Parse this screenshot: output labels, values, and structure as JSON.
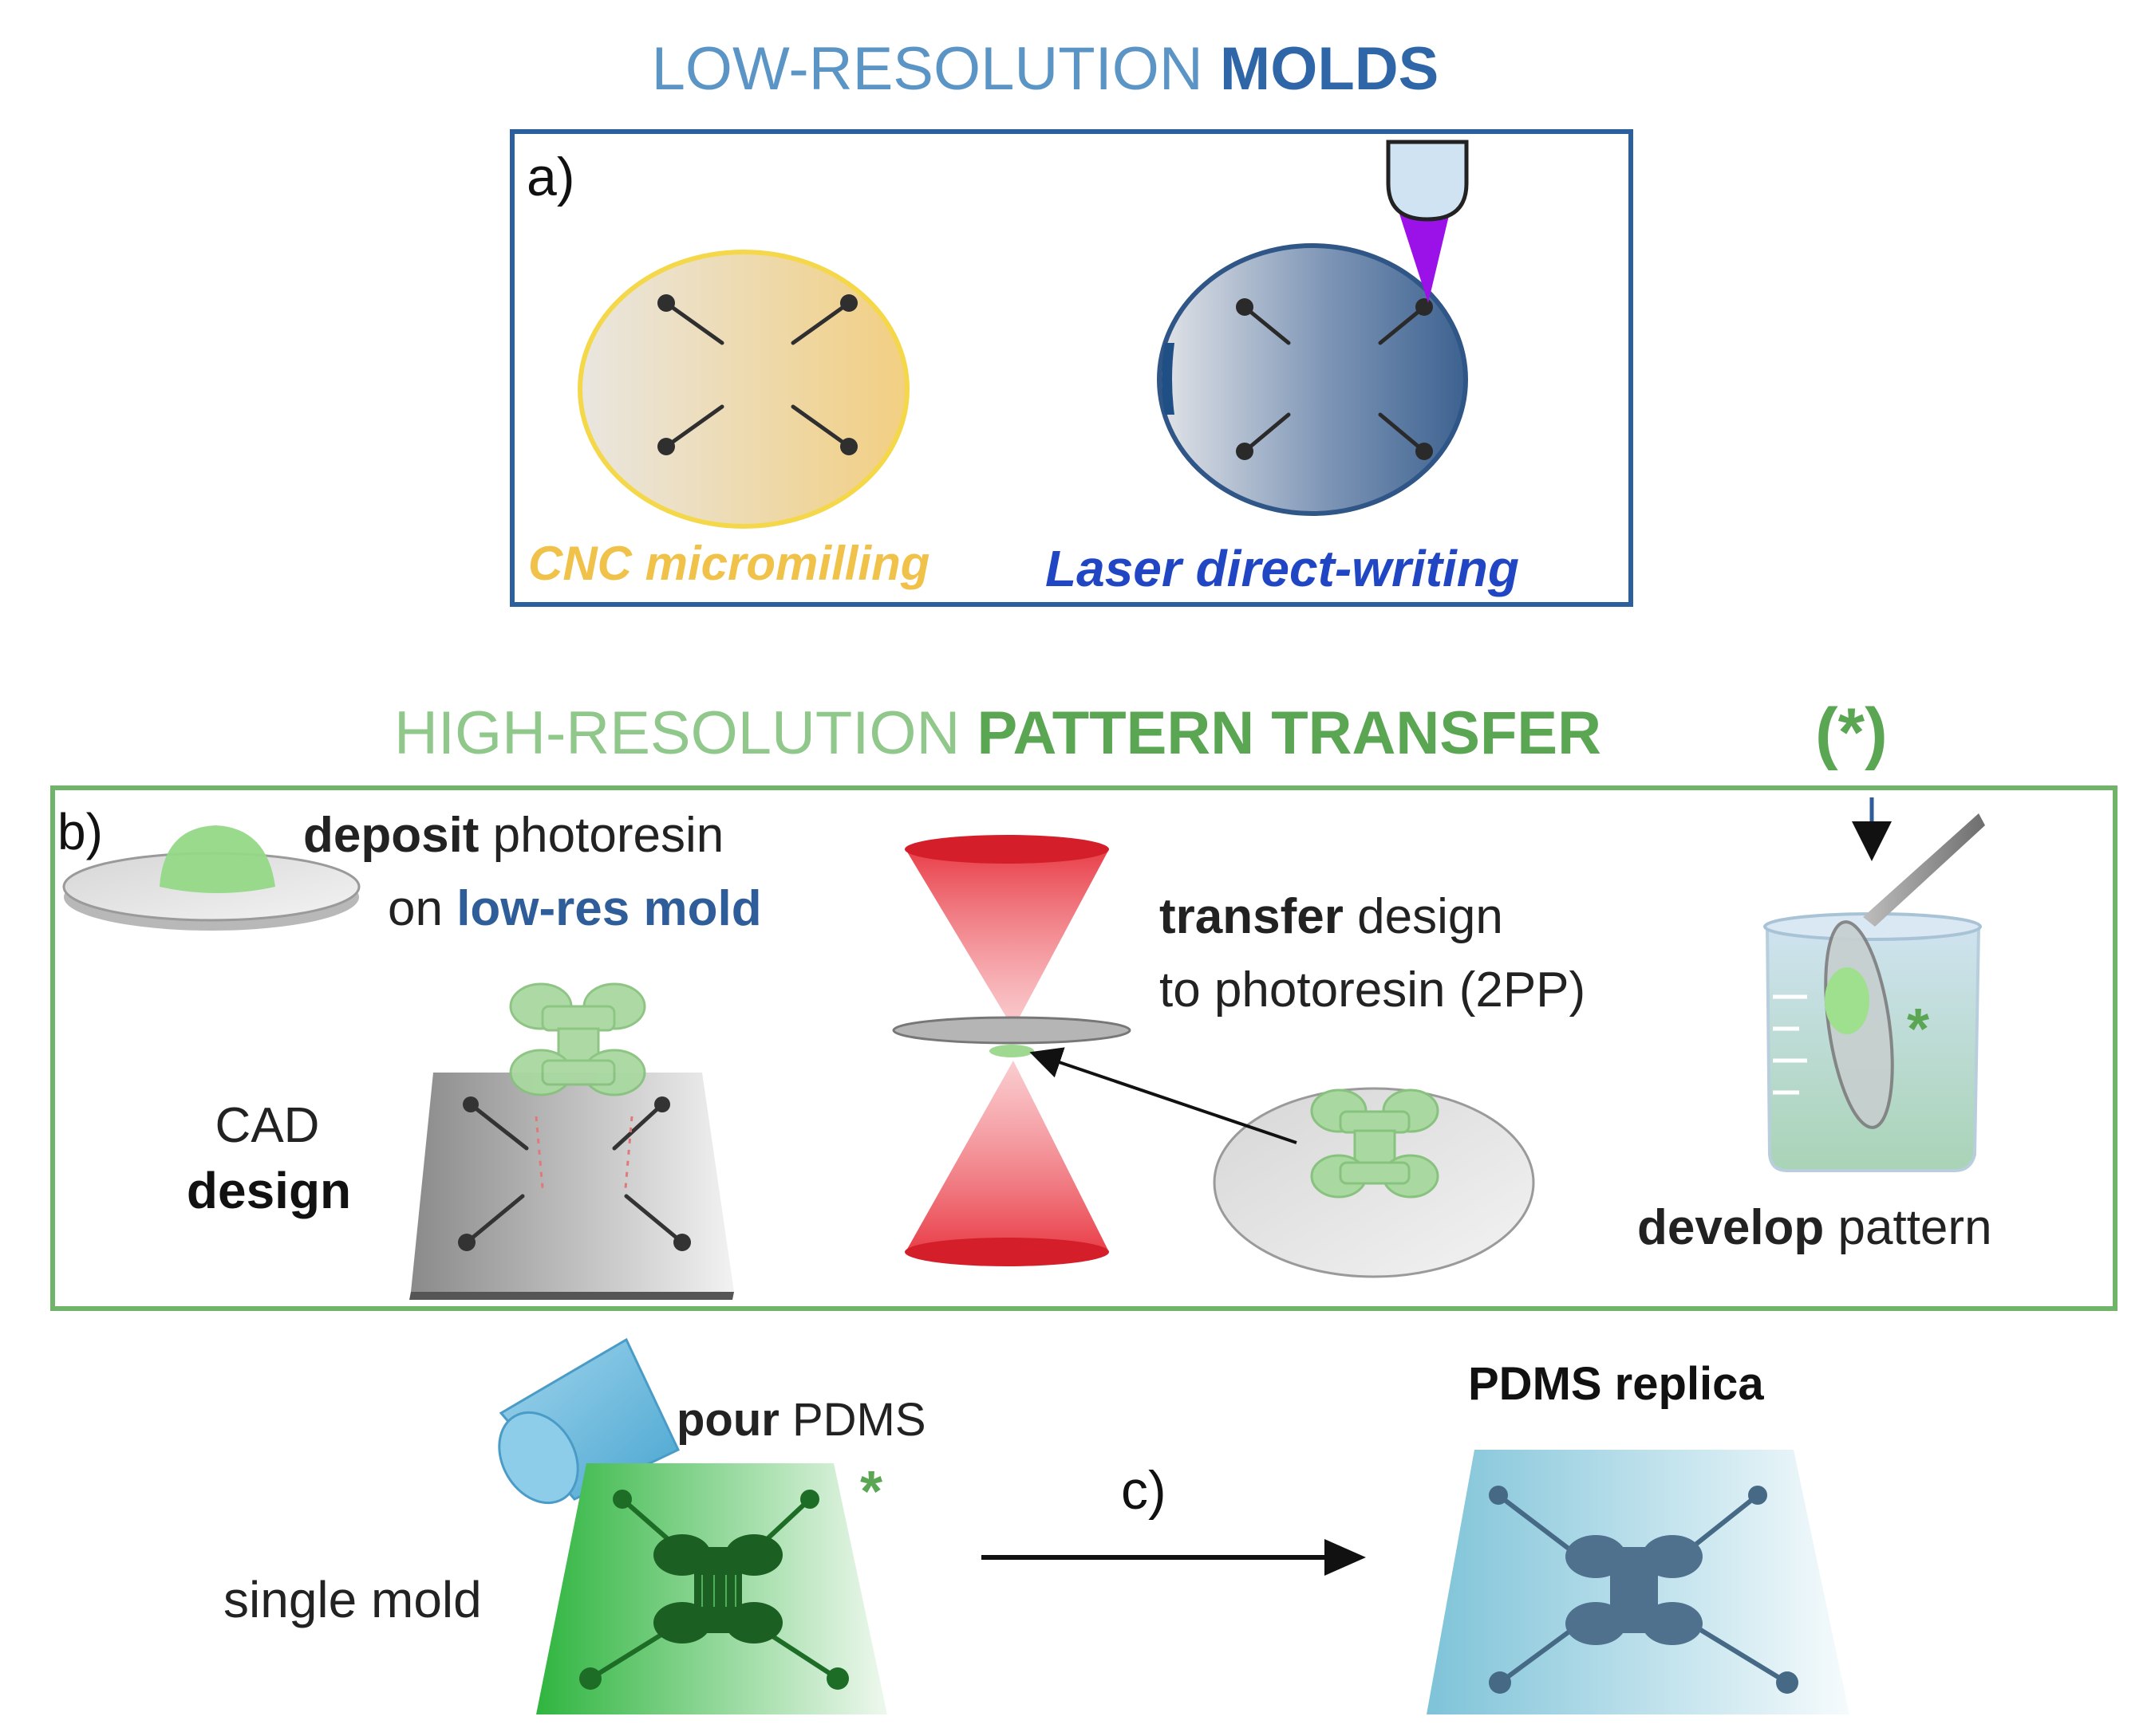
{
  "section_a": {
    "heading_light": "LOW-RESOLUTION ",
    "heading_bold": "MOLDS",
    "panel_label": "a)",
    "label_cnc": "CNC micromilling",
    "label_laser": "Laser direct-writing"
  },
  "section_b": {
    "heading_light": "HIGH-RESOLUTION ",
    "heading_bold": "PATTERN TRANSFER",
    "heading_mark": "(*)",
    "panel_label": "b)",
    "deposit_bold": "deposit",
    "deposit_rest": " photoresin",
    "on_text": "on ",
    "lowres_bold": "low-res mold",
    "cad_line1": "CAD",
    "cad_line2": "design",
    "transfer_bold": "transfer",
    "transfer_rest": " design",
    "transfer_line2": "to photoresin (2PP)",
    "develop_bold": "develop",
    "develop_rest": " pattern",
    "asterisk": "*"
  },
  "section_c": {
    "pour_bold": "pour",
    "pour_rest": " PDMS",
    "asterisk": "*",
    "single_mold": "single mold",
    "panel_label": "c)",
    "replica_label": "PDMS replica"
  },
  "colors": {
    "blue_light": "#5b95c6",
    "blue_dark": "#2f66a8",
    "blue_frame": "#2c5f9e",
    "green_light": "#8fc88a",
    "green_dark": "#5aa653",
    "green_frame": "#6fb468",
    "cnc_text": "#f0c24a",
    "laser_text": "#2146c4",
    "laser_beam": "#9b12e8",
    "red_cone": "#e8343f",
    "lowres_text": "#2e5d99"
  }
}
